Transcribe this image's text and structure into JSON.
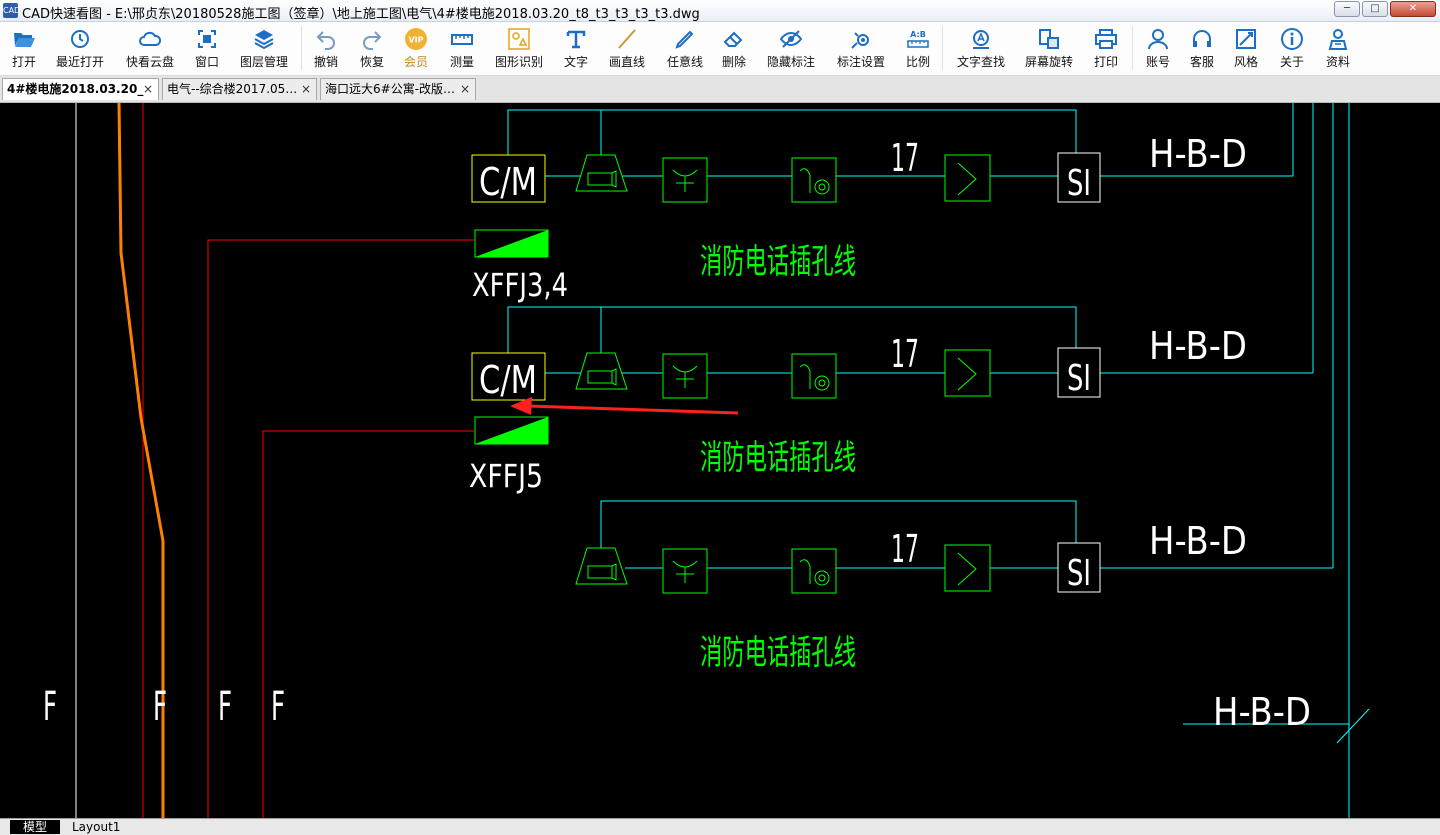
{
  "window": {
    "app_icon_text": "CAD",
    "title": "CAD快速看图 - E:\\邢贞东\\20180528施工图（签章）\\地上施工图\\电气\\4#楼电施2018.03.20_t8_t3_t3_t3_t3.dwg",
    "min_glyph": "─",
    "max_glyph": "□",
    "close_glyph": "✕"
  },
  "toolbar": [
    {
      "label": "打开",
      "icon": "folder-open-icon"
    },
    {
      "label": "最近打开",
      "icon": "history-icon"
    },
    {
      "label": "快看云盘",
      "icon": "cloud-icon"
    },
    {
      "label": "窗口",
      "icon": "window-icon"
    },
    {
      "label": "图层管理",
      "icon": "layers-icon"
    },
    {
      "label": "撤销",
      "icon": "undo-icon"
    },
    {
      "label": "恢复",
      "icon": "redo-icon"
    },
    {
      "label": "会员",
      "icon": "vip-icon"
    },
    {
      "label": "测量",
      "icon": "ruler-icon"
    },
    {
      "label": "图形识别",
      "icon": "shape-recognize-icon"
    },
    {
      "label": "文字",
      "icon": "text-icon"
    },
    {
      "label": "画直线",
      "icon": "line-icon"
    },
    {
      "label": "任意线",
      "icon": "pen-icon"
    },
    {
      "label": "删除",
      "icon": "eraser-icon"
    },
    {
      "label": "隐藏标注",
      "icon": "eye-hide-icon"
    },
    {
      "label": "标注设置",
      "icon": "annotation-settings-icon"
    },
    {
      "label": "比例",
      "icon": "scale-icon"
    },
    {
      "label": "文字查找",
      "icon": "text-search-icon"
    },
    {
      "label": "屏幕旋转",
      "icon": "rotate-screen-icon"
    },
    {
      "label": "打印",
      "icon": "printer-icon"
    },
    {
      "label": "账号",
      "icon": "user-icon"
    },
    {
      "label": "客服",
      "icon": "headset-icon"
    },
    {
      "label": "风格",
      "icon": "style-icon"
    },
    {
      "label": "关于",
      "icon": "info-icon"
    },
    {
      "label": "资料",
      "icon": "materials-icon"
    }
  ],
  "vip_badge": "VIP",
  "scale_badge": "A:B",
  "doc_tabs": [
    {
      "label": "4#楼电施2018.03.20_",
      "close": "×",
      "active": true
    },
    {
      "label": "电气--综合楼2017.05…",
      "close": "×",
      "active": false
    },
    {
      "label": "海口远大6#公寓-改版…",
      "close": "×",
      "active": false
    }
  ],
  "drawing": {
    "cm_label": "C/M",
    "number_label": "17",
    "si_label": "SI",
    "hbd_label": "H-B-D",
    "phone_jack_caption": "消防电话插孔线",
    "xffj_top": "XFFJ3,4",
    "xffj_bottom": "XFFJ5",
    "f_label": "F",
    "colors": {
      "cyan": "#00ffff",
      "green": "#00ff00",
      "yellow": "#ffff00",
      "white": "#ffffff",
      "red": "#ff0000",
      "orange": "#ff7f00",
      "arrow": "#ff2020"
    }
  },
  "layout_tabs": {
    "model": "模型",
    "layout1": "Layout1"
  }
}
